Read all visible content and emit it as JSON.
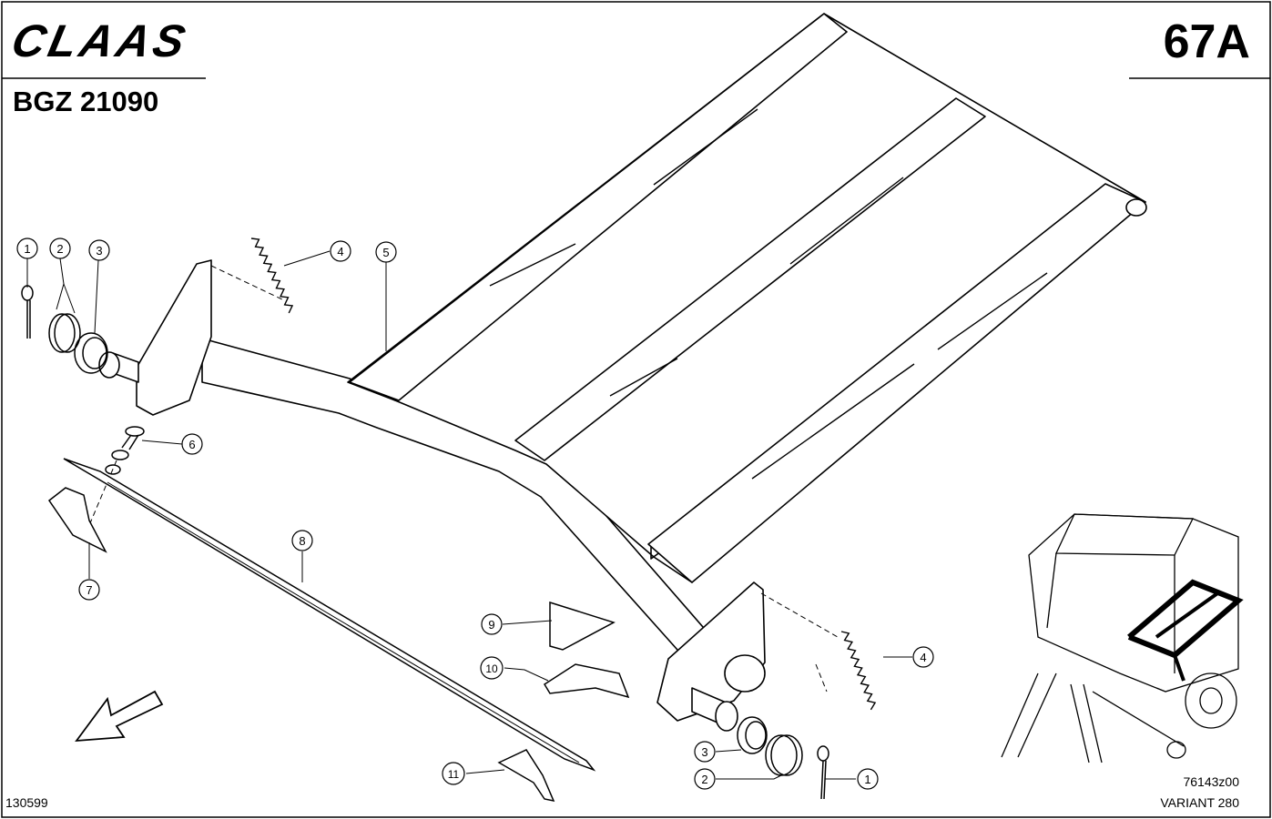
{
  "header": {
    "brand": "CLAAS",
    "page_number": "67A",
    "model_code": "BGZ 21090"
  },
  "footer": {
    "date_code": "130599",
    "drawing_ref": "76143z00",
    "variant": "VARIANT 280"
  },
  "callouts": [
    "1",
    "2",
    "3",
    "4",
    "5",
    "6",
    "7",
    "8",
    "9",
    "10",
    "11",
    "4",
    "3",
    "2",
    "1"
  ],
  "icons": {
    "logo": "claas-logo",
    "direction": "direction-arrow-icon",
    "overview": "baler-overview-illustration"
  }
}
